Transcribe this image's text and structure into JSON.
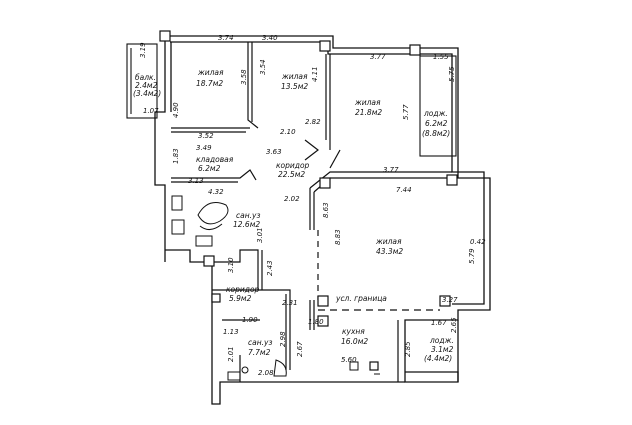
{
  "rooms": [
    {
      "name": "жилая",
      "area": "18.7м2"
    },
    {
      "name": "жилая",
      "area": "13.5м2"
    },
    {
      "name": "жилая",
      "area": "21.8м2"
    },
    {
      "name": "лодж.",
      "area": "6.2м2",
      "extra": "(8.8м2)"
    },
    {
      "name": "балк.",
      "area": "2.4м2",
      "extra": "(3.4м2)"
    },
    {
      "name": "кладовая",
      "area": "6.2м2"
    },
    {
      "name": "коридор",
      "area": "22.5м2"
    },
    {
      "name": "сан.уз",
      "area": "12.6м2"
    },
    {
      "name": "жилая",
      "area": "43.3м2"
    },
    {
      "name": "коридор",
      "area": "5.9м2"
    },
    {
      "name": "сан.уз",
      "area": "7.7м2"
    },
    {
      "name": "кухня",
      "area": "16.0м2"
    },
    {
      "name": "лодж.",
      "area": "3.1м2",
      "extra": "(4.4м2)"
    }
  ],
  "annotations": {
    "boundary": "усл. граница"
  },
  "dimensions": [
    "3.74",
    "3.40",
    "3.19",
    "3.58",
    "3.54",
    "4.11",
    "3.77",
    "1.55",
    "5.75",
    "1.07",
    "4.90",
    "5.77",
    "2.82",
    "2.10",
    "3.52",
    "3.63",
    "3.49",
    "1.83",
    "3.13",
    "3.77",
    "4.32",
    "7.44",
    "8.63",
    "2.02",
    "8.83",
    "3.01",
    "0.42",
    "5.79",
    "3.10",
    "2.43",
    "3.27",
    "2.31",
    "1.90",
    "1.80",
    "1.67",
    "2.65",
    "1.13",
    "2.98",
    "2.67",
    "2.85",
    "2.01",
    "5.60",
    "2.08"
  ]
}
